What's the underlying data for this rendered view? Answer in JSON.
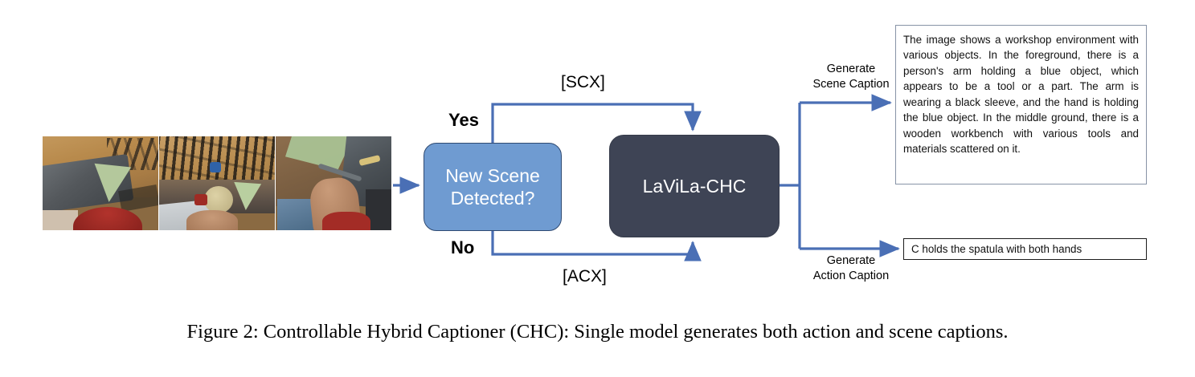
{
  "figure": {
    "caption": "Figure 2: Controllable Hybrid Captioner (CHC): Single model generates both action and scene captions.",
    "accent_blue": "#4a6fb5",
    "decision_fill": "#6f9bd1",
    "decision_border": "#2f4a72",
    "model_fill": "#3e4455",
    "scene_box_border": "#8793a6",
    "action_box_border": "#1b1b1b"
  },
  "input": {
    "name": "video-frame-strip",
    "frames": [
      {
        "label": "frame-1-workbench-overhead"
      },
      {
        "label": "frame-2-tool-pegboard"
      },
      {
        "label": "frame-3-hands-at-vise"
      }
    ]
  },
  "nodes": {
    "decision": {
      "label": "New Scene\nDetected?"
    },
    "model": {
      "label": "LaViLa-CHC"
    }
  },
  "edges": {
    "yes": "Yes",
    "no": "No",
    "scx": "[SCX]",
    "acx": "[ACX]",
    "generate_scene": "Generate\nScene Caption",
    "generate_action": "Generate\nAction Caption"
  },
  "outputs": {
    "scene_caption": "The image shows a workshop environment with various objects. In the foreground, there is a person's arm holding a blue object, which appears to be a tool or a part. The arm is wearing a black sleeve, and the hand is holding the blue object. In the middle ground, there is a wooden workbench with various tools and materials scattered on it.",
    "action_caption": "C holds the spatula with both hands"
  }
}
